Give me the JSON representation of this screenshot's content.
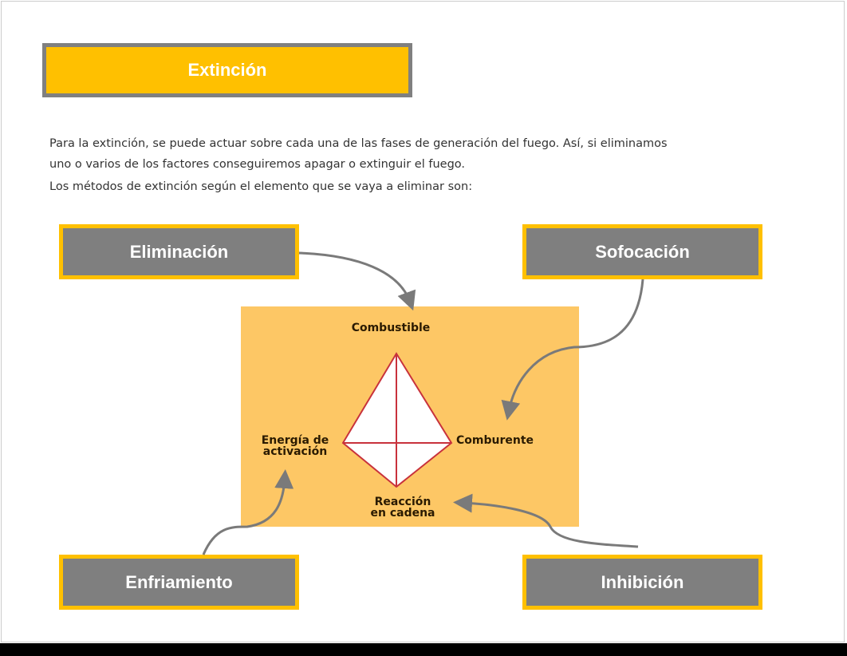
{
  "title": "Extinción",
  "intro_lines": [
    "Para la extinción, se puede actuar sobre cada una de las fases de generación del fuego. Así, si eliminamos",
    "uno o varios de los factores conseguiremos apagar o extinguir el fuego.",
    "Los métodos de extinción según el elemento que se vaya a eliminar son:"
  ],
  "methods": {
    "elimination": "Eliminación",
    "smothering": "Sofocación",
    "cooling": "Enfriamiento",
    "inhibition": "Inhibición"
  },
  "tetrahedron": {
    "fuel": "Combustible",
    "oxidizer": "Comburente",
    "energy_line1": "Energía de",
    "energy_line2": "activación",
    "reaction_line1": "Reacción",
    "reaction_line2": "en cadena"
  },
  "colors": {
    "accent": "#FFC000",
    "box_gray": "#7f7f7f",
    "diagram_bg": "#FDC765",
    "tetra_line": "#C8323C"
  }
}
